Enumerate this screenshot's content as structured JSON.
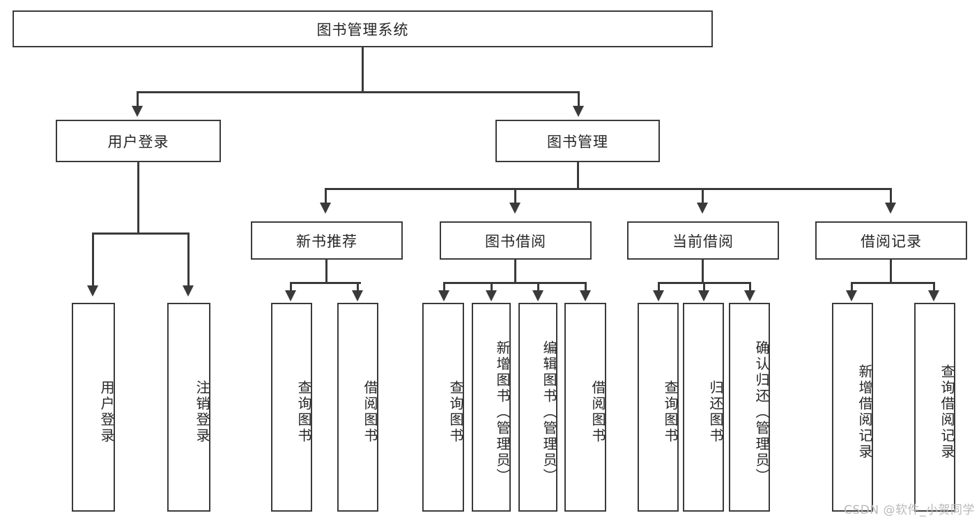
{
  "diagram": {
    "title": "图书管理系统",
    "root": {
      "label": "图书管理系统"
    },
    "level1": [
      {
        "label": "用户登录"
      },
      {
        "label": "图书管理"
      }
    ],
    "level2": [
      {
        "label": "新书推荐"
      },
      {
        "label": "图书借阅"
      },
      {
        "label": "当前借阅"
      },
      {
        "label": "借阅记录"
      }
    ],
    "leaves": {
      "user_login": [
        {
          "label": "用户登录"
        },
        {
          "label": "注销登录"
        }
      ],
      "new_book_recommend": [
        {
          "label": "查询图书"
        },
        {
          "label": "借阅图书"
        }
      ],
      "book_borrow": [
        {
          "label": "查询图书"
        },
        {
          "label": "新增图书（管理员）"
        },
        {
          "label": "编辑图书（管理员）"
        },
        {
          "label": "借阅图书"
        }
      ],
      "current_borrow": [
        {
          "label": "查询图书"
        },
        {
          "label": "归还图书"
        },
        {
          "label": "确认归还（管理员）"
        }
      ],
      "borrow_record": [
        {
          "label": "新增借阅记录"
        },
        {
          "label": "查询借阅记录"
        }
      ]
    }
  },
  "watermark": {
    "text": "CSDN @软件_小贺同学"
  },
  "colors": {
    "stroke": "#3a3a3a",
    "text": "#262626",
    "background": "#ffffff",
    "watermark": "#b9b9b9"
  }
}
